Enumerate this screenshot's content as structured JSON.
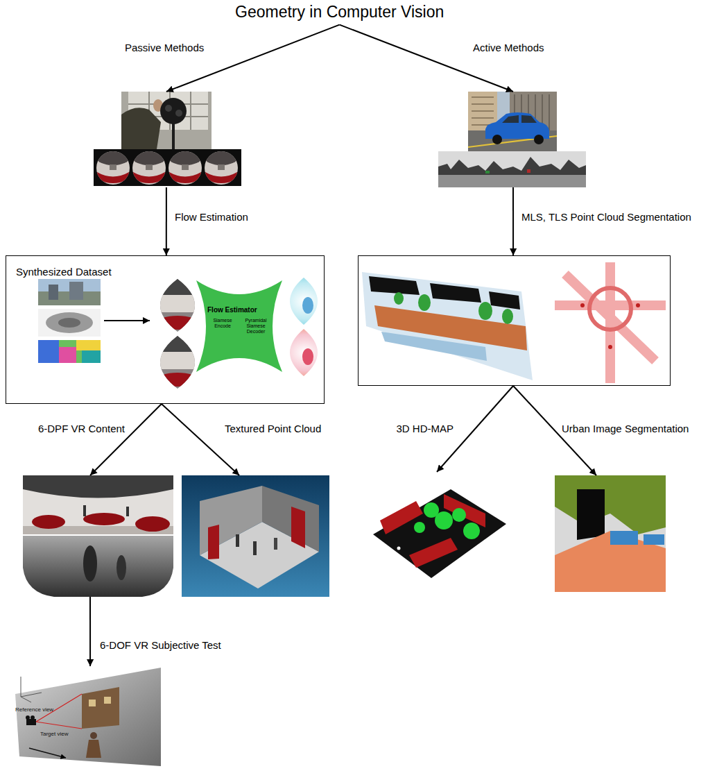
{
  "diagram": {
    "nodes": [
      {
        "text": [
          "Geometry in Computer Vision"
        ]
      },
      {
        "text": []
      },
      {
        "text": []
      },
      {
        "text": [
          "Synthesized Dataset"
        ]
      },
      {
        "text": [
          "Flow Estimator",
          "Siamese Encode",
          "Pyramidal Siamese Decoder"
        ],
        "in": 3
      },
      {
        "text": []
      },
      {
        "text": []
      },
      {
        "text": []
      },
      {
        "text": []
      },
      {
        "text": []
      },
      {
        "text": []
      }
    ],
    "edges": [
      {
        "from": 0,
        "to": 1,
        "label": "Passive Methods",
        "arrow": "to"
      },
      {
        "from": 0,
        "to": 2,
        "label": "Active Methods",
        "arrow": "to"
      },
      {
        "from": 1,
        "to": 3,
        "label": "Flow Estimation",
        "arrow": "to"
      },
      {
        "from": 2,
        "to": 5,
        "label": "MLS, TLS Point Cloud Segmentation",
        "arrow": "to"
      },
      {
        "from": 3,
        "to": 6,
        "label": "6-DPF VR Content",
        "arrow": "to"
      },
      {
        "from": 3,
        "to": 7,
        "label": "Textured Point Cloud",
        "arrow": "to"
      },
      {
        "from": 5,
        "to": 8,
        "label": "3D HD-MAP",
        "arrow": "to"
      },
      {
        "from": 5,
        "to": 9,
        "label": "Urban Image Segmentation",
        "arrow": "to"
      },
      {
        "from": 6,
        "to": 10,
        "label": "6-DOF VR Subjective Test",
        "arrow": "to"
      }
    ],
    "labels": [
      "Reference view",
      "Target view"
    ]
  }
}
